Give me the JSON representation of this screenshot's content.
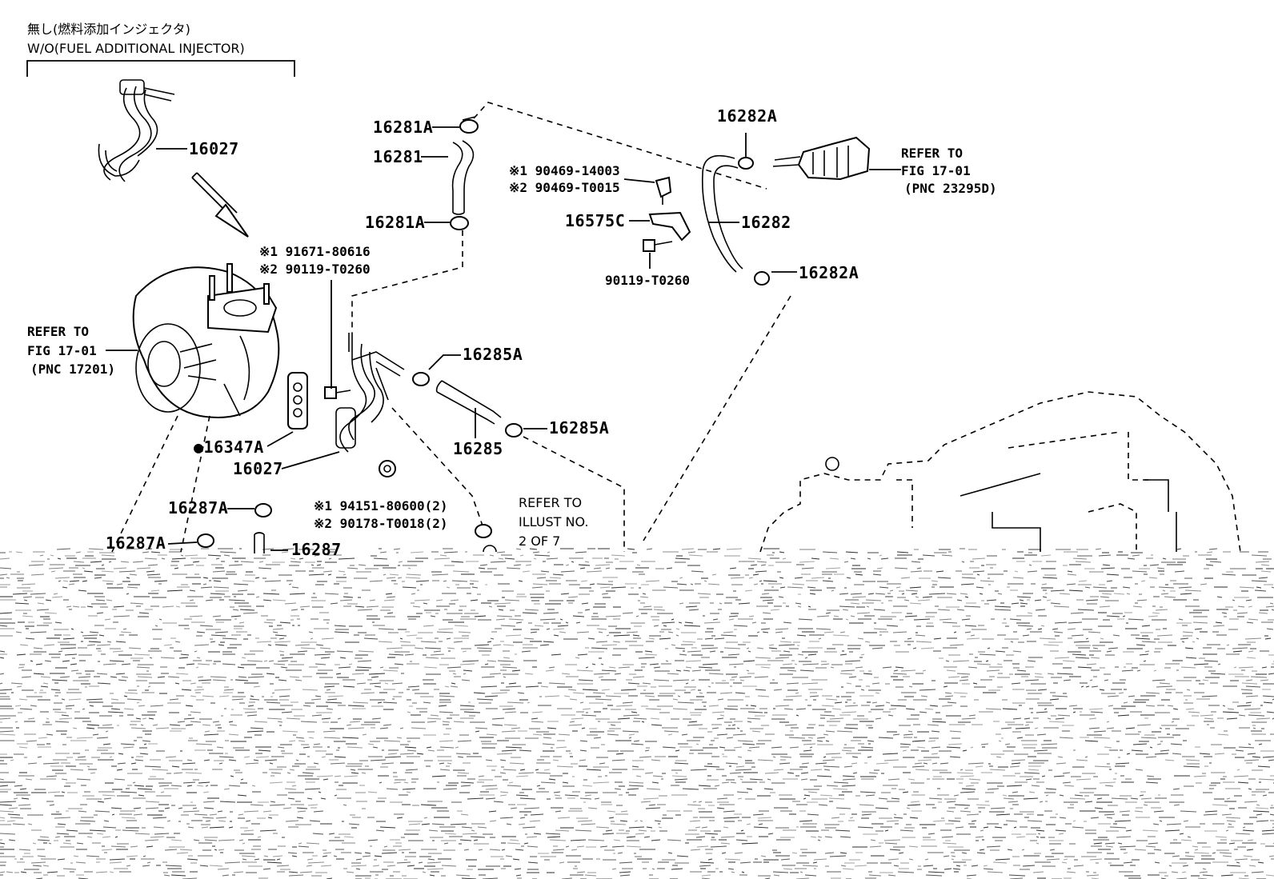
{
  "variant_note": {
    "japanese": "無し(燃料添加インジェクタ)",
    "english": "W/O(FUEL ADDITIONAL INJECTOR)"
  },
  "callouts": {
    "p16027_top": "16027",
    "p16281A_top": "16281A",
    "p16281": "16281",
    "p16281A_bottom": "16281A",
    "p16282A_top": "16282A",
    "p16282": "16282",
    "p16282A_right": "16282A",
    "p16575C": "16575C",
    "p90119_T0260_mid": "90119-T0260",
    "p90469_1": "※1 90469-14003",
    "p90469_2": "※2 90469-T0015",
    "p91671_1": "※1 91671-80616",
    "p90119_2": "※2 90119-T0260",
    "p16285A_top": "16285A",
    "p16285": "16285",
    "p16285A_bottom": "16285A",
    "p16347A": "●16347A",
    "p16027_bottom": "16027",
    "p94151_1": "※1 94151-80600(2)",
    "p90178_2": "※2 90178-T0018(2)",
    "p16287A_1": "16287A",
    "p16287A_2": "16287A",
    "p16287": "16287"
  },
  "references": {
    "left": [
      "REFER TO",
      "FIG 17-01",
      "(PNC 17201)"
    ],
    "right": [
      "REFER TO",
      "FIG 17-01",
      "(PNC 23295D)"
    ],
    "illust": [
      "REFER TO",
      "ILLUST NO.",
      "2 OF 7"
    ]
  }
}
